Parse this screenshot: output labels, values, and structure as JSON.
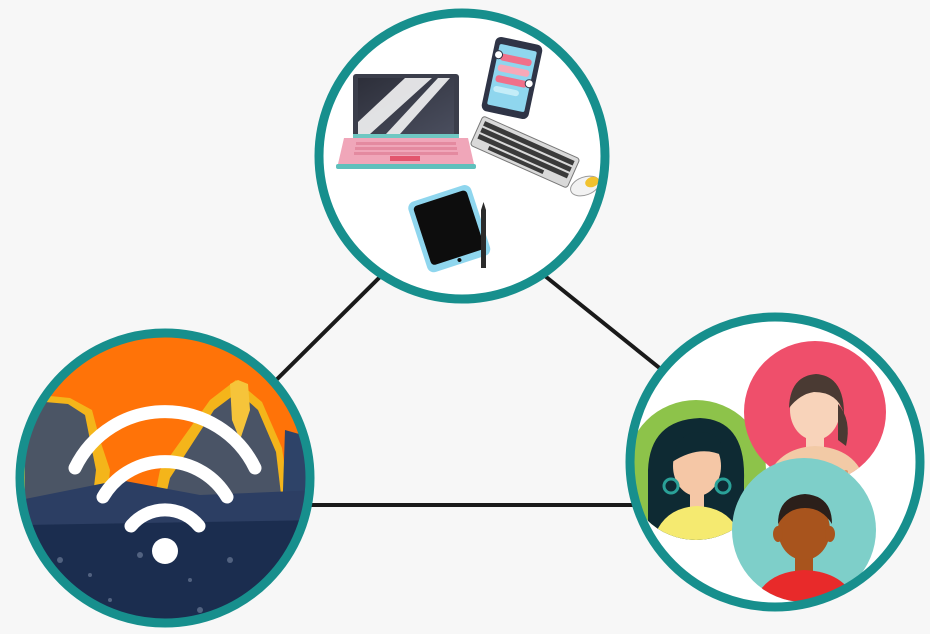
{
  "diagram": {
    "type": "triangle-of-connected-circles",
    "nodes": [
      {
        "id": "devices",
        "icon": "devices-icon",
        "depicts": [
          "laptop",
          "smartphone",
          "keyboard",
          "mouse",
          "tablet",
          "stylus"
        ]
      },
      {
        "id": "connectivity",
        "icon": "wifi-icon",
        "depicts": [
          "canyon-landscape",
          "sunset-sky",
          "wifi-signal"
        ]
      },
      {
        "id": "people",
        "icon": "people-icon",
        "depicts": [
          "woman-avatar",
          "girl-avatar",
          "boy-avatar"
        ]
      }
    ],
    "edges": [
      [
        "devices",
        "connectivity"
      ],
      [
        "devices",
        "people"
      ],
      [
        "connectivity",
        "people"
      ]
    ]
  },
  "colors": {
    "ring": "#178f8d",
    "connector": "#1a1a1a",
    "background": "#f7f7f7",
    "sky": "#ff7308",
    "rock": "#f4b51a",
    "wifi": "#ffffff"
  }
}
